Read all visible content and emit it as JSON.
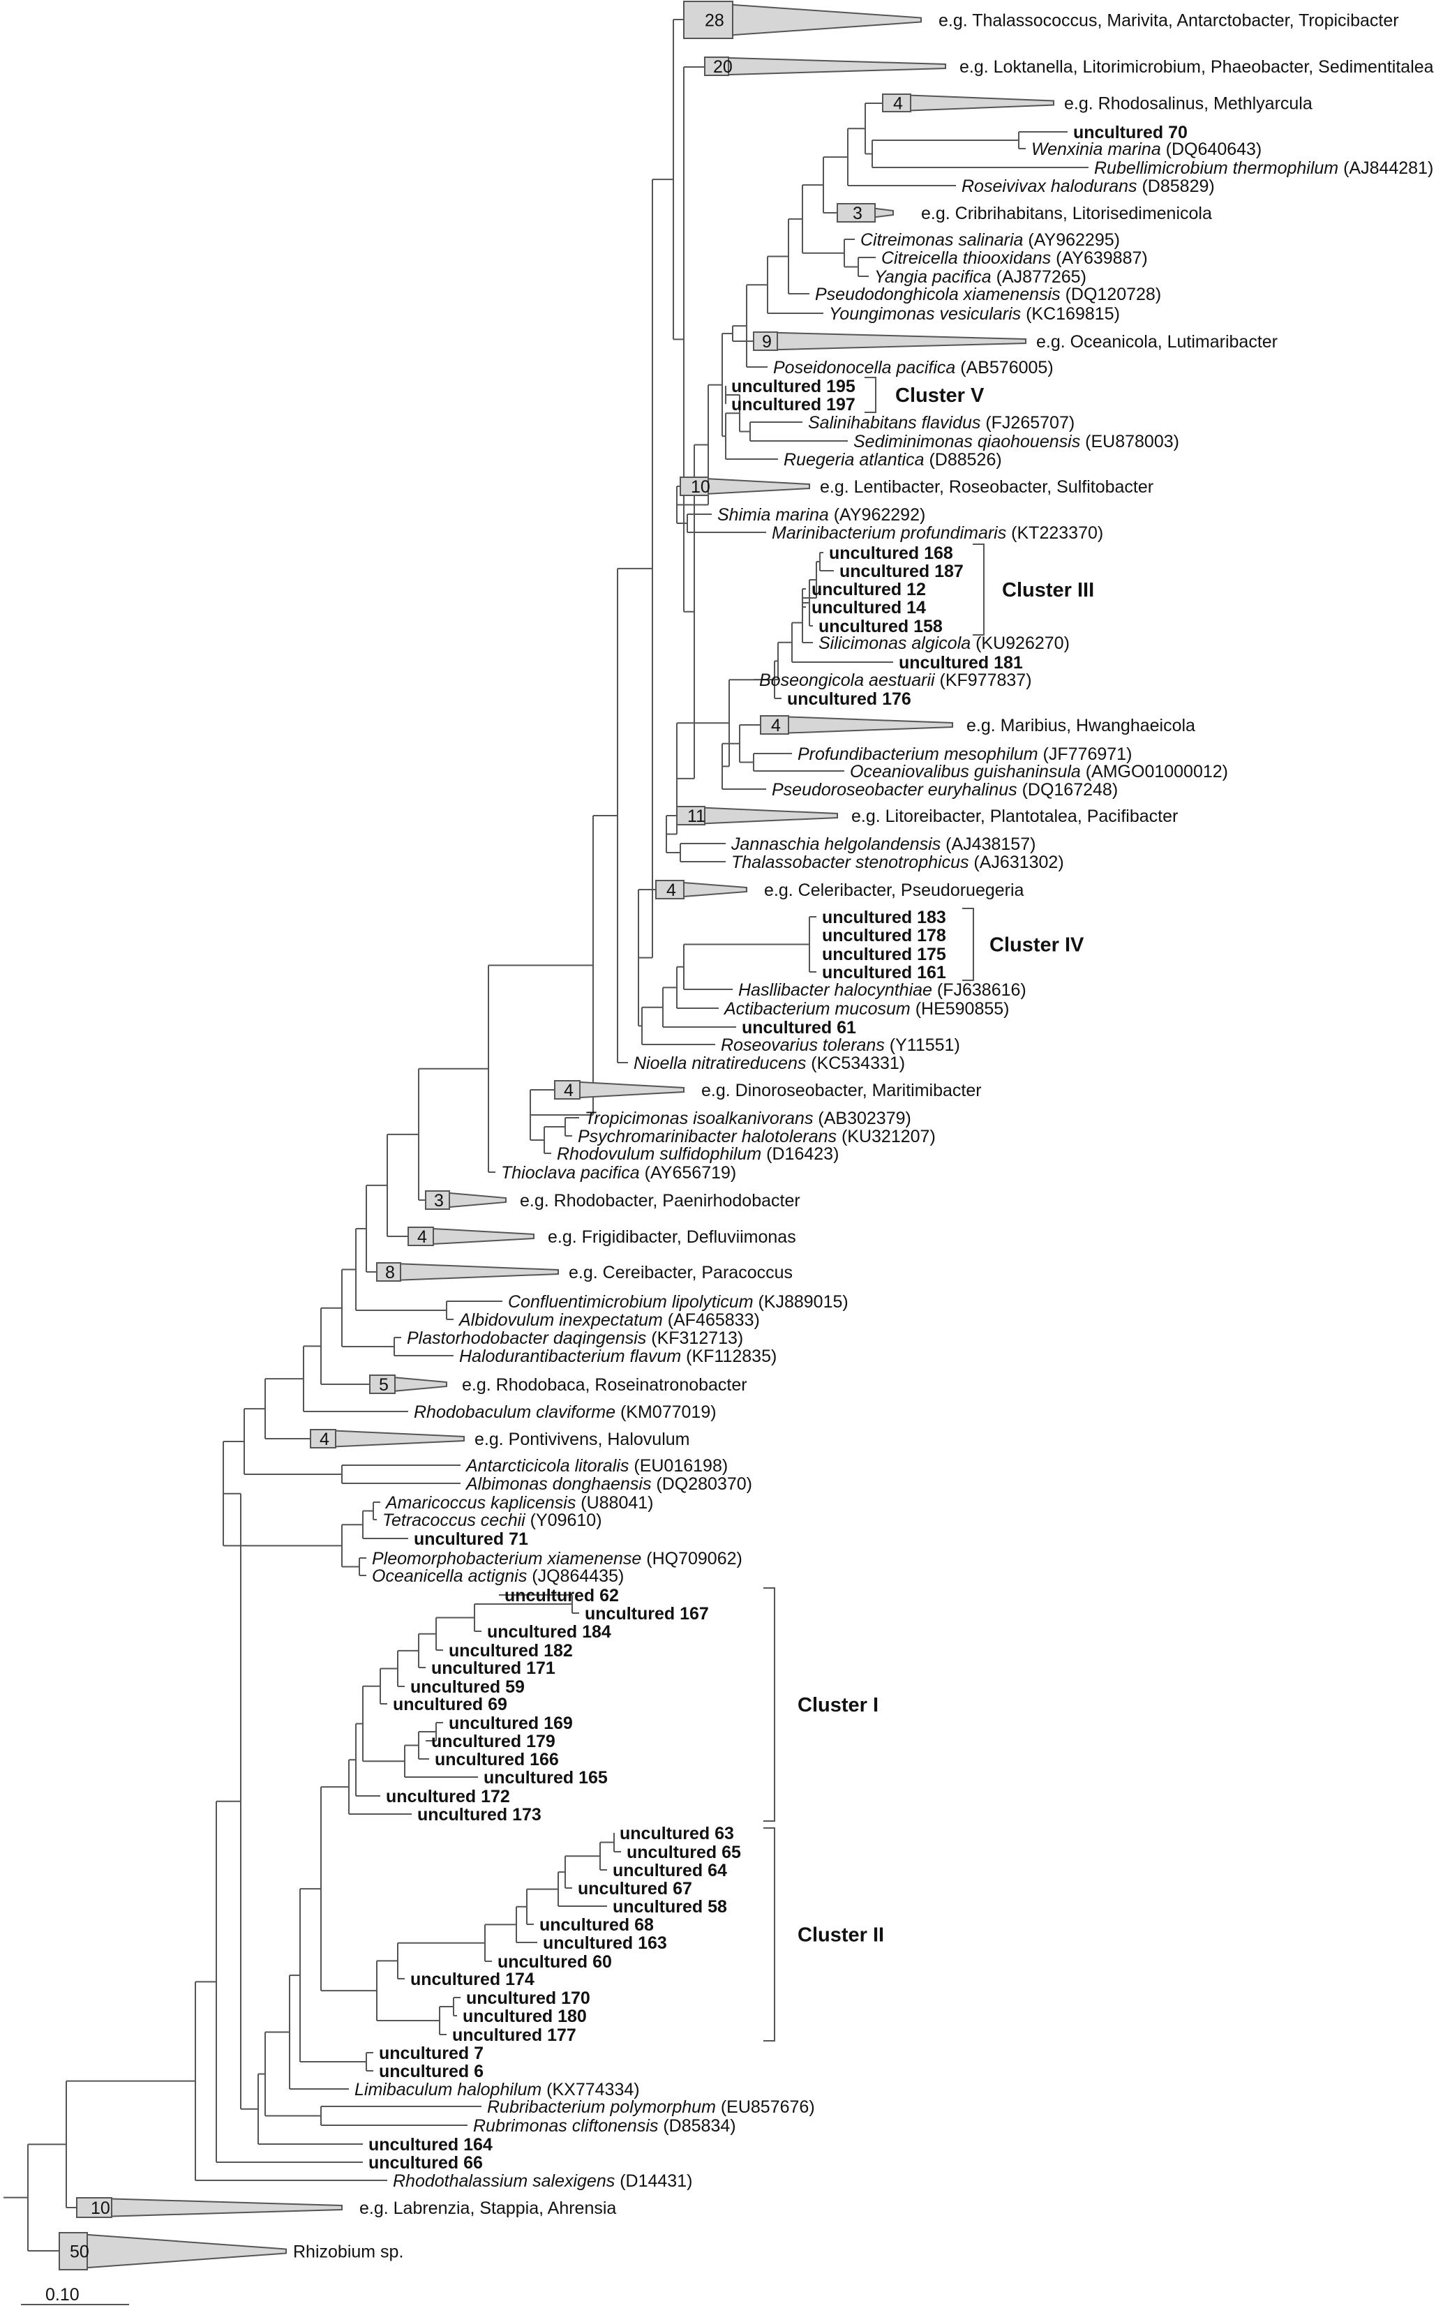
{
  "colors": {
    "branch": "#555555",
    "text": "#111111",
    "triangle_fill": "#d6d6d6",
    "uncultured_blue": "#1f3f8f",
    "uncultured_green": "#4a8a2a",
    "uncultured_orange": "#b5611c"
  },
  "scale_bar": {
    "label": "0.10"
  },
  "collapsed": [
    {
      "id": "c28",
      "count": "28",
      "label": "e.g. Thalassococcus, Marivita, Antarctobacter, Tropicibacter"
    },
    {
      "id": "c20",
      "count": "20",
      "label": "e.g. Loktanella, Litorimicrobium, Phaeobacter, Sedimentitalea"
    },
    {
      "id": "c4a",
      "count": "4",
      "label": "e.g. Rhodosalinus, Methlyarcula"
    },
    {
      "id": "c3a",
      "count": "3",
      "label": "e.g. Cribrihabitans, Litorisedimenicola"
    },
    {
      "id": "c9",
      "count": "9",
      "label": "e.g. Oceanicola, Lutimaribacter"
    },
    {
      "id": "c10a",
      "count": "10",
      "label": "e.g. Lentibacter, Roseobacter, Sulfitobacter"
    },
    {
      "id": "c4b",
      "count": "4",
      "label": "e.g. Maribius, Hwanghaeicola"
    },
    {
      "id": "c11",
      "count": "11",
      "label": "e.g. Litoreibacter, Plantotalea, Pacifibacter"
    },
    {
      "id": "c4c",
      "count": "4",
      "label": "e.g. Celeribacter, Pseudoruegeria"
    },
    {
      "id": "c4d",
      "count": "4",
      "label": "e.g. Dinoroseobacter, Maritimibacter"
    },
    {
      "id": "c3b",
      "count": "3",
      "label": "e.g. Rhodobacter, Paenirhodobacter"
    },
    {
      "id": "c4e",
      "count": "4",
      "label": "e.g. Frigidibacter, Defluviimonas"
    },
    {
      "id": "c8",
      "count": "8",
      "label": "e.g. Cereibacter, Paracoccus"
    },
    {
      "id": "c5",
      "count": "5",
      "label": "e.g. Rhodobaca, Roseinatronobacter"
    },
    {
      "id": "c4f",
      "count": "4",
      "label": "e.g. Pontivivens, Halovulum"
    },
    {
      "id": "c10b",
      "count": "10",
      "label": "e.g. Labrenzia, Stappia, Ahrensia"
    },
    {
      "id": "c50",
      "count": "50",
      "label": "Rhizobium sp."
    }
  ],
  "species": [
    {
      "id": "s_uncult70",
      "label": "uncultured 70",
      "type": "uncultured",
      "color": "green"
    },
    {
      "id": "s_wenxinia",
      "name": "Wenxinia marina",
      "accession": "(DQ640643)"
    },
    {
      "id": "s_rubellimicrobium",
      "name": "Rubellimicrobium thermophilum",
      "accession": "(AJ844281)"
    },
    {
      "id": "s_roseivivax",
      "name": "Roseivivax halodurans",
      "accession": "(D85829)"
    },
    {
      "id": "s_citreimonas",
      "name": "Citreimonas salinaria",
      "accession": "(AY962295)"
    },
    {
      "id": "s_citreicella",
      "name": "Citreicella thiooxidans",
      "accession": "(AY639887)"
    },
    {
      "id": "s_yangia",
      "name": "Yangia pacifica",
      "accession": "(AJ877265)"
    },
    {
      "id": "s_pseudodonghicola",
      "name": "Pseudodonghicola xiamenensis",
      "accession": "(DQ120728)"
    },
    {
      "id": "s_youngimonas",
      "name": "Youngimonas vesicularis",
      "accession": "(KC169815)"
    },
    {
      "id": "s_poseidonocella",
      "name": "Poseidonocella pacifica",
      "accession": "(AB576005)"
    },
    {
      "id": "s_uncult195",
      "label": "uncultured 195",
      "type": "uncultured",
      "color": "blue"
    },
    {
      "id": "s_uncult197",
      "label": "uncultured 197",
      "type": "uncultured",
      "color": "blue"
    },
    {
      "id": "s_salinihabitans",
      "name": "Salinihabitans flavidus",
      "accession": "(FJ265707)"
    },
    {
      "id": "s_sediminimonas",
      "name": "Sediminimonas qiaohouensis",
      "accession": "(EU878003)"
    },
    {
      "id": "s_ruegeria",
      "name": "Ruegeria atlantica",
      "accession": "(D88526)"
    },
    {
      "id": "s_shimia",
      "name": "Shimia marina",
      "accession": "(AY962292)"
    },
    {
      "id": "s_marinibacterium",
      "name": "Marinibacterium profundimaris",
      "accession": "(KT223370)"
    },
    {
      "id": "s_uncult168",
      "label": "uncultured 168",
      "type": "uncultured",
      "color": "blue"
    },
    {
      "id": "s_uncult187",
      "label": "uncultured 187",
      "type": "uncultured",
      "color": "blue"
    },
    {
      "id": "s_uncult12",
      "label": "uncultured 12",
      "type": "uncultured",
      "color": "blue"
    },
    {
      "id": "s_uncult14",
      "label": "uncultured 14",
      "type": "uncultured",
      "color": "blue"
    },
    {
      "id": "s_uncult158",
      "label": "uncultured 158",
      "type": "uncultured",
      "color": "blue"
    },
    {
      "id": "s_silicimonas",
      "name": "Silicimonas algicola",
      "accession": "(KU926270)"
    },
    {
      "id": "s_uncult181",
      "label": "uncultured 181",
      "type": "uncultured",
      "color": "orange"
    },
    {
      "id": "s_boseongicola",
      "name": "Boseongicola aestuarii",
      "accession": "(KF977837)"
    },
    {
      "id": "s_uncult176",
      "label": "uncultured 176",
      "type": "uncultured",
      "color": "orange"
    },
    {
      "id": "s_profundibacterium",
      "name": "Profundibacterium mesophilum",
      "accession": "(JF776971)"
    },
    {
      "id": "s_oceaniovalibus",
      "name": "Oceaniovalibus guishaninsula",
      "accession": "(AMGO01000012)"
    },
    {
      "id": "s_pseudoroseobacter",
      "name": "Pseudoroseobacter euryhalinus",
      "accession": "(DQ167248)"
    },
    {
      "id": "s_jannaschia",
      "name": "Jannaschia helgolandensis",
      "accession": "(AJ438157)"
    },
    {
      "id": "s_thalassobacter",
      "name": "Thalassobacter stenotrophicus",
      "accession": "(AJ631302)"
    },
    {
      "id": "s_uncult183",
      "label": "uncultured 183",
      "type": "uncultured",
      "color": "blue"
    },
    {
      "id": "s_uncult178",
      "label": "uncultured 178",
      "type": "uncultured",
      "color": "blue"
    },
    {
      "id": "s_uncult175",
      "label": "uncultured 175",
      "type": "uncultured",
      "color": "blue"
    },
    {
      "id": "s_uncult161",
      "label": "uncultured 161",
      "type": "uncultured",
      "color": "blue"
    },
    {
      "id": "s_hasllibacter",
      "name": "Hasllibacter halocynthiae",
      "accession": "(FJ638616)"
    },
    {
      "id": "s_actibacterium",
      "name": "Actibacterium mucosum",
      "accession": "(HE590855)"
    },
    {
      "id": "s_uncult61",
      "label": "uncultured 61",
      "type": "uncultured",
      "color": "green"
    },
    {
      "id": "s_roseovarius",
      "name": "Roseovarius tolerans",
      "accession": "(Y11551)"
    },
    {
      "id": "s_nioella",
      "name": "Nioella nitratireducens",
      "accession": "(KC534331)"
    },
    {
      "id": "s_tropicimonas",
      "name": "Tropicimonas isoalkanivorans",
      "accession": "(AB302379)"
    },
    {
      "id": "s_psychromarinibacter",
      "name": "Psychromarinibacter halotolerans",
      "accession": "(KU321207)"
    },
    {
      "id": "s_rhodovulum",
      "name": "Rhodovulum sulfidophilum",
      "accession": "(D16423)"
    },
    {
      "id": "s_thioclava",
      "name": "Thioclava pacifica",
      "accession": "(AY656719)"
    },
    {
      "id": "s_confluentimicrobium",
      "name": "Confluentimicrobium lipolyticum",
      "accession": "(KJ889015)"
    },
    {
      "id": "s_albidovulum",
      "name": "Albidovulum inexpectatum",
      "accession": "(AF465833)"
    },
    {
      "id": "s_plastorhodobacter",
      "name": "Plastorhodobacter daqingensis",
      "accession": "(KF312713)"
    },
    {
      "id": "s_halodurantibacterium",
      "name": "Halodurantibacterium flavum",
      "accession": "(KF112835)"
    },
    {
      "id": "s_rhodobaculum",
      "name": "Rhodobaculum claviforme",
      "accession": "(KM077019)"
    },
    {
      "id": "s_antarcticicola",
      "name": "Antarcticicola litoralis",
      "accession": "(EU016198)"
    },
    {
      "id": "s_albimonas",
      "name": "Albimonas donghaensis",
      "accession": "(DQ280370)"
    },
    {
      "id": "s_amaricoccus",
      "name": "Amaricoccus kaplicensis",
      "accession": "(U88041)"
    },
    {
      "id": "s_tetracoccus",
      "name": "Tetracoccus cechii",
      "accession": "(Y09610)"
    },
    {
      "id": "s_uncult71",
      "label": "uncultured 71",
      "type": "uncultured",
      "color": "green"
    },
    {
      "id": "s_pleomorphobacterium",
      "name": "Pleomorphobacterium xiamenense",
      "accession": "(HQ709062)"
    },
    {
      "id": "s_oceanicella",
      "name": "Oceanicella actignis",
      "accession": "(JQ864435)"
    },
    {
      "id": "s_uncult62",
      "label": "uncultured 62",
      "type": "uncultured",
      "color": "blue"
    },
    {
      "id": "s_uncult167",
      "label": "uncultured 167",
      "type": "uncultured",
      "color": "blue"
    },
    {
      "id": "s_uncult184",
      "label": "uncultured 184",
      "type": "uncultured",
      "color": "blue"
    },
    {
      "id": "s_uncult182",
      "label": "uncultured 182",
      "type": "uncultured",
      "color": "blue"
    },
    {
      "id": "s_uncult171",
      "label": "uncultured 171",
      "type": "uncultured",
      "color": "blue"
    },
    {
      "id": "s_uncult59",
      "label": "uncultured 59",
      "type": "uncultured",
      "color": "blue"
    },
    {
      "id": "s_uncult69",
      "label": "uncultured 69",
      "type": "uncultured",
      "color": "blue"
    },
    {
      "id": "s_uncult169",
      "label": "uncultured 169",
      "type": "uncultured",
      "color": "blue"
    },
    {
      "id": "s_uncult179",
      "label": "uncultured 179",
      "type": "uncultured",
      "color": "blue"
    },
    {
      "id": "s_uncult166",
      "label": "uncultured 166",
      "type": "uncultured",
      "color": "blue"
    },
    {
      "id": "s_uncult165",
      "label": "uncultured 165",
      "type": "uncultured",
      "color": "blue"
    },
    {
      "id": "s_uncult172",
      "label": "uncultured 172",
      "type": "uncultured",
      "color": "blue"
    },
    {
      "id": "s_uncult173",
      "label": "uncultured 173",
      "type": "uncultured",
      "color": "blue"
    },
    {
      "id": "s_uncult63",
      "label": "uncultured 63",
      "type": "uncultured",
      "color": "blue"
    },
    {
      "id": "s_uncult65",
      "label": "uncultured 65",
      "type": "uncultured",
      "color": "blue"
    },
    {
      "id": "s_uncult64",
      "label": "uncultured 64",
      "type": "uncultured",
      "color": "blue"
    },
    {
      "id": "s_uncult67",
      "label": "uncultured 67",
      "type": "uncultured",
      "color": "blue"
    },
    {
      "id": "s_uncult58",
      "label": "uncultured 58",
      "type": "uncultured",
      "color": "blue"
    },
    {
      "id": "s_uncult68",
      "label": "uncultured 68",
      "type": "uncultured",
      "color": "blue"
    },
    {
      "id": "s_uncult163",
      "label": "uncultured 163",
      "type": "uncultured",
      "color": "blue"
    },
    {
      "id": "s_uncult60",
      "label": "uncultured 60",
      "type": "uncultured",
      "color": "blue"
    },
    {
      "id": "s_uncult174",
      "label": "uncultured 174",
      "type": "uncultured",
      "color": "blue"
    },
    {
      "id": "s_uncult170",
      "label": "uncultured 170",
      "type": "uncultured",
      "color": "blue"
    },
    {
      "id": "s_uncult180",
      "label": "uncultured 180",
      "type": "uncultured",
      "color": "blue"
    },
    {
      "id": "s_uncult177",
      "label": "uncultured 177",
      "type": "uncultured",
      "color": "blue"
    },
    {
      "id": "s_uncult7",
      "label": "uncultured 7",
      "type": "uncultured",
      "color": "green"
    },
    {
      "id": "s_uncult6",
      "label": "uncultured 6",
      "type": "uncultured",
      "color": "green"
    },
    {
      "id": "s_limibaculum",
      "name": "Limibaculum halophilum",
      "accession": "(KX774334)"
    },
    {
      "id": "s_rubribacterium",
      "name": "Rubribacterium polymorphum",
      "accession": "(EU857676)"
    },
    {
      "id": "s_rubrimonas",
      "name": "Rubrimonas cliftonensis",
      "accession": "(D85834)"
    },
    {
      "id": "s_uncult164",
      "label": "uncultured 164",
      "type": "uncultured",
      "color": "orange"
    },
    {
      "id": "s_uncult66",
      "label": "uncultured 66",
      "type": "uncultured",
      "color": "green"
    },
    {
      "id": "s_rhodothalassium",
      "name": "Rhodothalassium salexigens",
      "accession": "(D14431)"
    }
  ],
  "clusters": [
    {
      "id": "cl_v",
      "label": "Cluster V"
    },
    {
      "id": "cl_iii",
      "label": "Cluster III"
    },
    {
      "id": "cl_iv",
      "label": "Cluster IV"
    },
    {
      "id": "cl_i",
      "label": "Cluster I"
    },
    {
      "id": "cl_ii",
      "label": "Cluster II"
    }
  ]
}
